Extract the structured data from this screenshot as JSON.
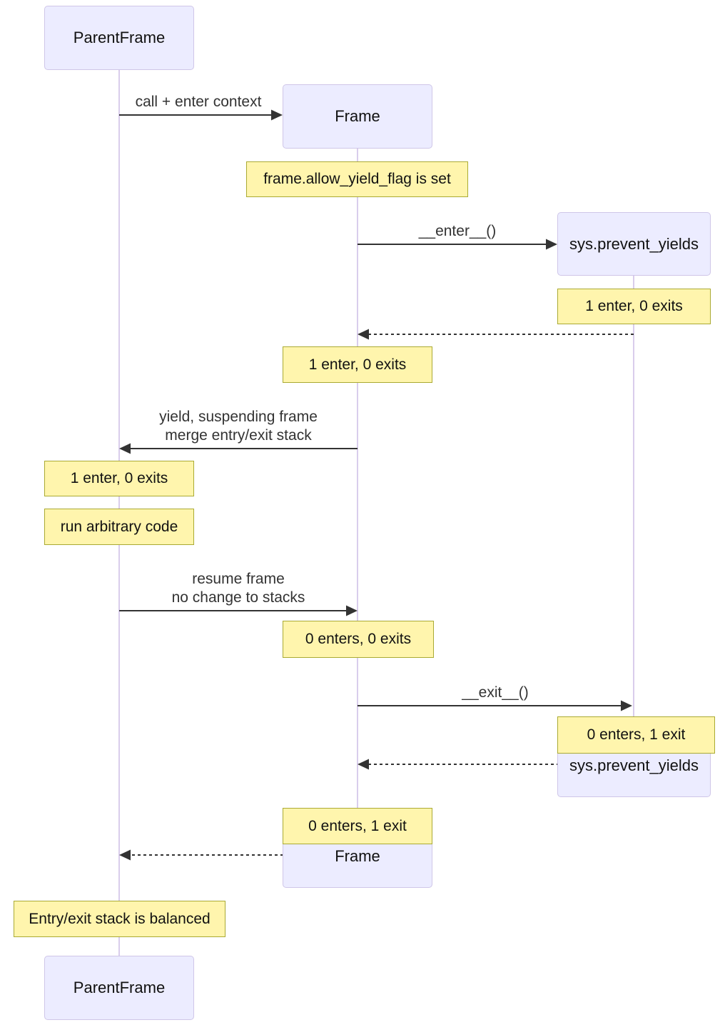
{
  "diagram": {
    "type": "sequence-diagram",
    "participants": {
      "parent_frame": {
        "label": "ParentFrame"
      },
      "frame": {
        "label": "Frame"
      },
      "sys_prevent_yields": {
        "label": "sys.prevent_yields"
      }
    },
    "messages": {
      "call_enter": {
        "label": "call + enter context",
        "from": "ParentFrame",
        "to": "Frame",
        "style": "solid"
      },
      "enter": {
        "label": "__enter__()",
        "from": "Frame",
        "to": "sys.prevent_yields",
        "style": "solid"
      },
      "enter_return": {
        "label": "",
        "from": "sys.prevent_yields",
        "to": "Frame",
        "style": "dashed"
      },
      "yield": {
        "label": "yield, suspending frame\nmerge entry/exit stack",
        "from": "Frame",
        "to": "ParentFrame",
        "style": "solid"
      },
      "resume": {
        "label": "resume frame\nno change to stacks",
        "from": "ParentFrame",
        "to": "Frame",
        "style": "solid"
      },
      "exit": {
        "label": "__exit__()",
        "from": "Frame",
        "to": "sys.prevent_yields",
        "style": "solid"
      },
      "exit_return": {
        "label": "",
        "from": "sys.prevent_yields",
        "to": "Frame",
        "style": "dashed"
      },
      "final_return": {
        "label": "",
        "from": "Frame",
        "to": "ParentFrame",
        "style": "dashed"
      }
    },
    "notes": {
      "allow_yield": "frame.allow_yield_flag is set",
      "sys_after_enter": "1 enter, 0 exits",
      "frame_after_enter": "1 enter, 0 exits",
      "parent_after_yield": "1 enter, 0 exits",
      "run_arbitrary": "run arbitrary code",
      "frame_after_resume": "0 enters, 0 exits",
      "sys_after_exit": "0 enters, 1 exit",
      "frame_after_exit": "0 enters, 1 exit",
      "balanced": "Entry/exit stack is balanced"
    },
    "colors": {
      "participant_fill": "#ECECFF",
      "participant_border": "#CFC6E8",
      "note_fill": "#FFF5AD",
      "note_border": "#AAAA33",
      "lifeline": "#D9CDEC",
      "arrow": "#333333",
      "message_text": "#333333",
      "label_text": "#111111"
    }
  }
}
